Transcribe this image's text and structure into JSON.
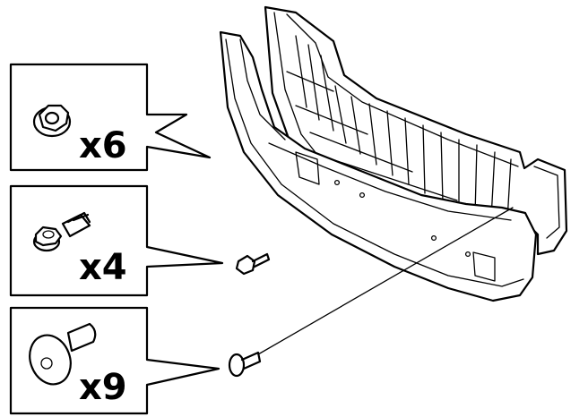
{
  "callouts": [
    {
      "part_icon": "flange-nut-icon",
      "quantity": "x6"
    },
    {
      "part_icon": "flange-bolt-icon",
      "quantity": "x4"
    },
    {
      "part_icon": "push-clip-icon",
      "quantity": "x9"
    }
  ],
  "assembly": {
    "component": "front-bumper-cover-icon",
    "reinforcement": "bumper-reinforcement-icon"
  }
}
